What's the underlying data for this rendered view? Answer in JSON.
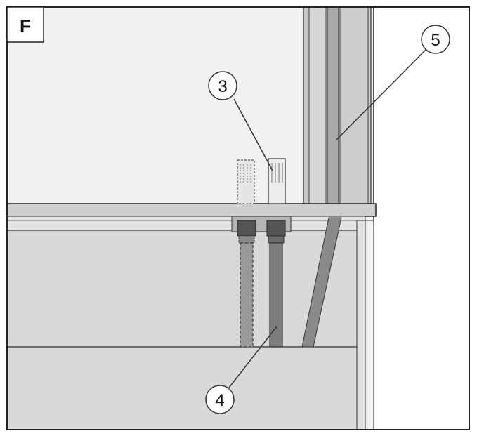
{
  "panel_label": "F",
  "callouts": [
    {
      "id": "callout-3",
      "label": "3"
    },
    {
      "id": "callout-4",
      "label": "4"
    },
    {
      "id": "callout-5",
      "label": "5"
    }
  ],
  "colors": {
    "frame_stroke": "#222222",
    "upper_wall": "#f1f1f1",
    "cabinet_fill": "#d9d9d9",
    "countertop": "#cfcfcf",
    "side_panel": "#ffffff",
    "post_fill": "#bdbdbd",
    "hose_fill": "#7d7d7d",
    "fitting_fill": "#555555"
  }
}
